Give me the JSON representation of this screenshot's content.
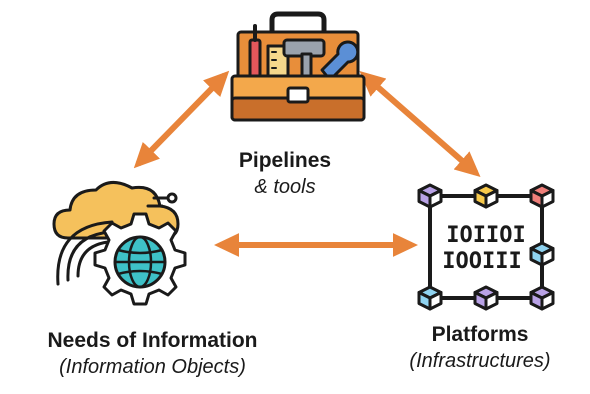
{
  "nodes": {
    "pipelines": {
      "title": "Pipelines",
      "subtitle": "& tools",
      "icon": "toolbox-icon"
    },
    "needs": {
      "title": "Needs of Information",
      "subtitle": "(Information Objects)",
      "icon": "cloud-globe-gear-icon"
    },
    "platforms": {
      "title": "Platforms",
      "subtitle": "(Infrastructures)",
      "icon": "blockchain-binary-icon"
    }
  },
  "binary_lines": [
    "IOIIOI",
    "IOOIII"
  ],
  "colors": {
    "arrow": "#e8843a",
    "outline": "#1a1a1a",
    "toolbox_body": "#f3a84b",
    "toolbox_lid": "#e88e3a",
    "toolbox_shadow": "#c96f2b",
    "screwdriver": "#e4575b",
    "saw": "#f5d78b",
    "wrench": "#5b8fd6",
    "hammer": "#9aa2ad",
    "cloud": "#f5c15c",
    "globe": "#3ec1c7",
    "gear": "#ffffff",
    "cube_yellow": "#f7c94b",
    "cube_red": "#f07f7a",
    "cube_blue": "#8fd3f0",
    "cube_violet": "#b9a2e6"
  },
  "arrows": [
    {
      "from": "pipelines",
      "to": "needs"
    },
    {
      "from": "pipelines",
      "to": "platforms"
    },
    {
      "from": "needs",
      "to": "platforms"
    }
  ]
}
